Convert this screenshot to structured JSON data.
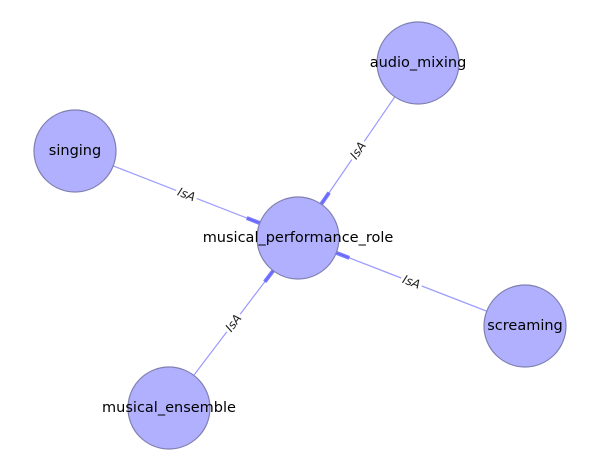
{
  "graph": {
    "nodes": [
      {
        "id": "musical_performance_role",
        "label": "musical_performance_role"
      },
      {
        "id": "audio_mixing",
        "label": "audio_mixing"
      },
      {
        "id": "singing",
        "label": "singing"
      },
      {
        "id": "screaming",
        "label": "screaming"
      },
      {
        "id": "musical_ensemble",
        "label": "musical_ensemble"
      }
    ],
    "edges": [
      {
        "source": "audio_mixing",
        "target": "musical_performance_role",
        "label": "IsA"
      },
      {
        "source": "singing",
        "target": "musical_performance_role",
        "label": "IsA"
      },
      {
        "source": "screaming",
        "target": "musical_performance_role",
        "label": "IsA"
      },
      {
        "source": "musical_ensemble",
        "target": "musical_performance_role",
        "label": "IsA"
      }
    ]
  },
  "colors": {
    "node_fill": "#b0b0ff",
    "node_stroke": "#8080b0",
    "edge": "#8888ff",
    "arrow": "#5050ff"
  }
}
